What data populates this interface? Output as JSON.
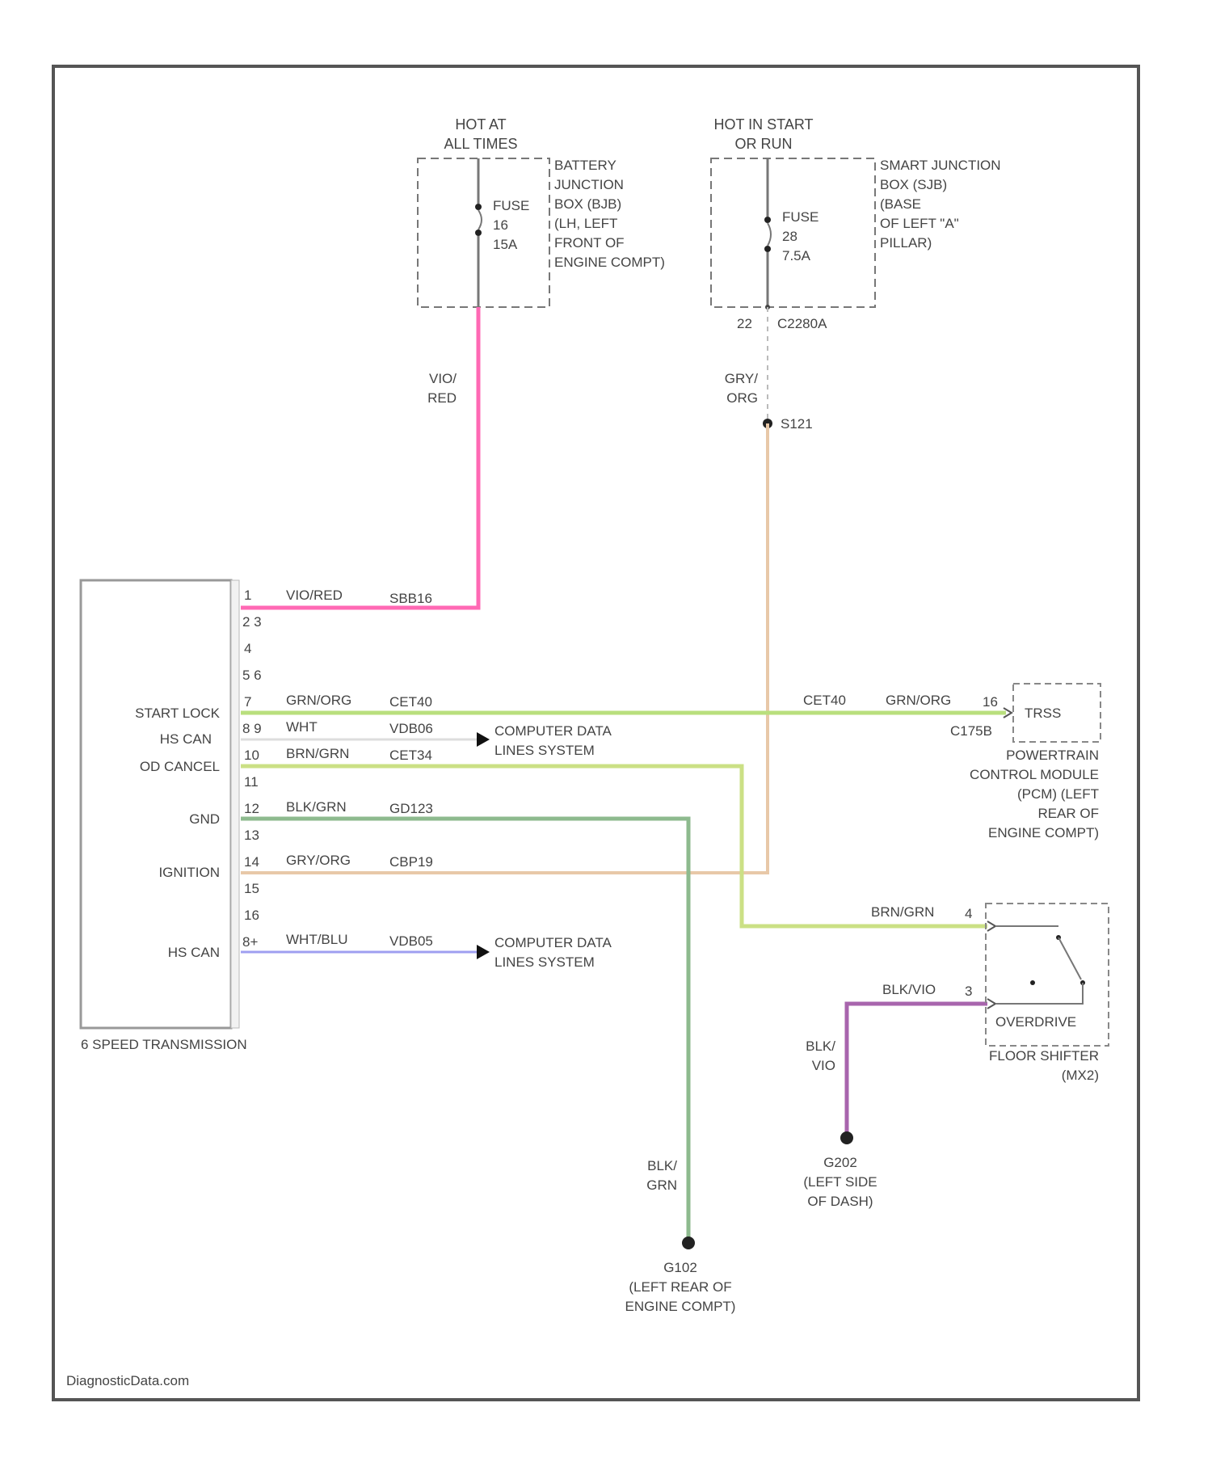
{
  "power": {
    "hot_always": [
      "HOT AT",
      "ALL TIMES"
    ],
    "hot_run": [
      "HOT IN START",
      "OR RUN"
    ],
    "fuse1": [
      "FUSE",
      "16",
      "15A"
    ],
    "fuse2": [
      "FUSE",
      "28",
      "7.5A"
    ],
    "bjb": [
      "BATTERY",
      "JUNCTION",
      "BOX (BJB)",
      "(LH, LEFT",
      "FRONT OF",
      "ENGINE COMPT)"
    ],
    "sjb": [
      "SMART JUNCTION",
      "BOX (SJB)",
      "(BASE",
      "OF LEFT \"A\"",
      "PILLAR)"
    ],
    "conn_sjb": "22",
    "conn_sjb_id": "C2280A",
    "wire_vio_red": [
      "VIO/",
      "RED"
    ],
    "wire_gry_org": [
      "GRY/",
      "ORG"
    ],
    "splice": "S121"
  },
  "transmission": {
    "name": "6 SPEED TRANSMISSION",
    "functions": {
      "start_lock": "START LOCK",
      "hs_can_1": "HS CAN",
      "od_cancel": "OD CANCEL",
      "gnd": "GND",
      "ignition": "IGNITION",
      "hs_can_2": "HS CAN"
    },
    "pins": [
      "1",
      "2 3",
      "4",
      "5 6",
      "7",
      "8 9",
      "10",
      "11",
      "12",
      "13",
      "14",
      "15",
      "16",
      "8+"
    ],
    "wires": [
      {
        "color": "VIO/RED",
        "circuit": "SBB16"
      },
      {
        "color": "GRN/ORG",
        "circuit": "CET40"
      },
      {
        "color": "WHT",
        "circuit": "VDB06"
      },
      {
        "color": "BRN/GRN",
        "circuit": "CET34"
      },
      {
        "color": "BLK/GRN",
        "circuit": "GD123"
      },
      {
        "color": "GRY/ORG",
        "circuit": "CBP19"
      },
      {
        "color": "WHT/BLU",
        "circuit": "VDB05"
      }
    ]
  },
  "computer_data": [
    "COMPUTER DATA",
    "LINES SYSTEM"
  ],
  "pcm": {
    "circuit": "CET40",
    "color": "GRN/ORG",
    "pin": "16",
    "label": "TRSS",
    "connector": "C175B",
    "name": [
      "POWERTRAIN",
      "CONTROL MODULE",
      "(PCM) (LEFT",
      "REAR OF",
      "ENGINE COMPT)"
    ]
  },
  "floor_shifter": {
    "wire_top": "BRN/GRN",
    "pin_top": "4",
    "wire_bottom": "BLK/VIO",
    "pin_bottom": "3",
    "switch": "OVERDRIVE",
    "name": [
      "FLOOR SHIFTER",
      "(MX2)"
    ]
  },
  "grounds": {
    "g1_wire": [
      "BLK/",
      "GRN"
    ],
    "g1_name": [
      "G102",
      "(LEFT REAR OF",
      "ENGINE COMPT)"
    ],
    "g2_wire": [
      "BLK/",
      "VIO"
    ],
    "g2_name": [
      "G202",
      "(LEFT SIDE",
      "OF DASH)"
    ]
  },
  "footer": "DiagnosticData.com",
  "colors": {
    "vio_red": "#ff69b4",
    "grn_org": "#b9df7d",
    "brn_grn": "#cbe085",
    "blk_grn": "#8dba8e",
    "gry_org": "#e8c8a8",
    "wht_blu": "#9f9ff0",
    "blk_vio": "#a865ad",
    "line": "#666666"
  }
}
